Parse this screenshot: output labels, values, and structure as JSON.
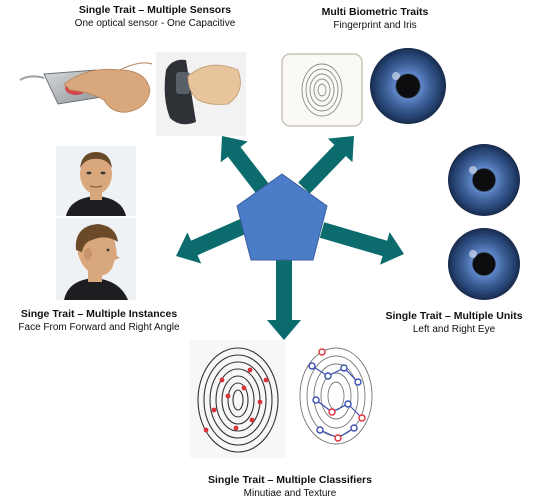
{
  "captions": {
    "sensors": {
      "title": "Single Trait – Multiple Sensors",
      "subtitle": "One optical sensor - One Capacitive"
    },
    "multi_traits": {
      "title": "Multi Biometric Traits",
      "subtitle": "Fingerprint and Iris"
    },
    "instances": {
      "title": "Singe Trait – Multiple Instances",
      "subtitle": "Face From Forward and Right Angle"
    },
    "units": {
      "title": "Single Trait – Multiple Units",
      "subtitle": "Left and Right Eye"
    },
    "classifiers": {
      "title": "Single Trait – Multiple Classifiers",
      "subtitle": "Minutiae and Texture"
    }
  },
  "colors": {
    "pentagon": "#4a7cc8",
    "arrows": "#0c6b6d",
    "iris": "#3b5f96",
    "skin": "#d9a77c",
    "minutiae_red": "#d8323a",
    "minutiae_blue": "#3b4fb0"
  }
}
